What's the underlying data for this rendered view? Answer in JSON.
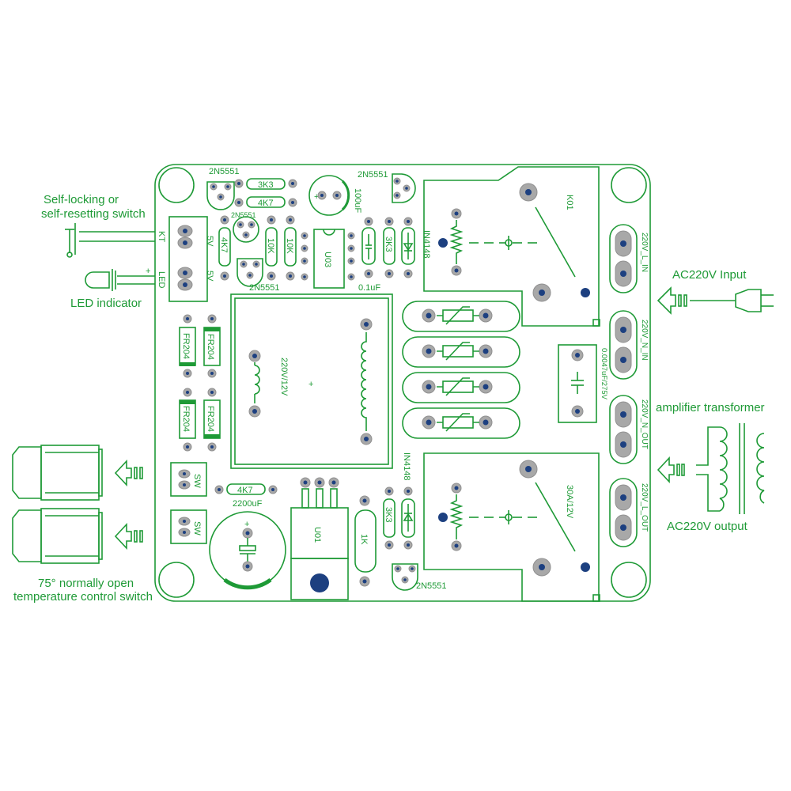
{
  "side_labels": {
    "switch": [
      "Self-locking or",
      "self-resetting switch"
    ],
    "led": "LED indicator",
    "temp_switch": [
      "75° normally open",
      "temperature control switch"
    ],
    "ac_input": "AC220V Input",
    "amp_transformer": "amplifier transformer",
    "ac_output": "AC220V output"
  },
  "components": {
    "q_top_left": "2N5551",
    "q_mid_left": "2N5551",
    "q_lower_left": "2N5551",
    "q_top_right": "2N5551",
    "q_bottom_right": "2N5551",
    "r_3k3_top": "3K3",
    "r_4k7_top": "4K7",
    "r_4k7_vert": "4K7",
    "r_10k_a": "10K",
    "r_10k_b": "10K",
    "r_3k3_mid": "3K3",
    "r_3k3_low": "3K3",
    "r_4k7_low": "4K7",
    "r_1k": "1K",
    "cap_100uf": "100uF",
    "cap_01uf": "0.1uF",
    "cap_2200uf": "2200uF",
    "cap_x": "0.0047uF/275V",
    "diode_top": "IN4148",
    "diode_low": "IN4148",
    "ic_u03": "U03",
    "reg_u01": "U01",
    "transformer": "220V/12V",
    "transformer_plus": "+",
    "relay_top": "K01",
    "relay_bottom": "30A/12V",
    "fuse_1": "FR204",
    "fuse_2": "FR204",
    "fuse_3": "FR204",
    "fuse_4": "FR204",
    "conn_kt": "KT",
    "conn_led": "LED",
    "conn_5v_a": "5V",
    "conn_5v_b": "5V",
    "led_plus": "+",
    "led_minus": "-",
    "sw_1": "SW",
    "sw_2": "SW",
    "term_l_in": "220V_L_IN",
    "term_n_in": "220V_N_IN",
    "term_n_out": "220V_N_OUT",
    "term_l_out": "220V_L_OUT"
  },
  "colors": {
    "silkscreen": "#1e9a36",
    "pad": "#a8a8a8",
    "drill": "#1d4080",
    "background": "#ffffff"
  }
}
